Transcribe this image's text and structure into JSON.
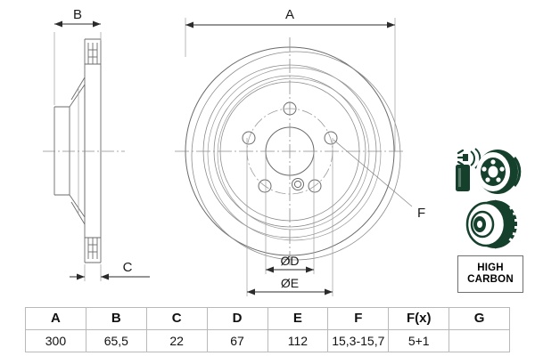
{
  "drawing": {
    "title": "Brake disc technical drawing",
    "labels": {
      "A": "A",
      "B": "B",
      "C": "C",
      "F": "F",
      "OD": "ØD",
      "OE": "ØE"
    }
  },
  "icons": {
    "spray_disc": "spray-can-and-brake-disc-icon",
    "vented_disc": "vented-brake-disc-icon"
  },
  "badge": {
    "line1": "HIGH",
    "line2": "CARBON",
    "color": "#000000"
  },
  "spec_table": {
    "headers": [
      "A",
      "B",
      "C",
      "D",
      "E",
      "F",
      "F(x)",
      "G"
    ],
    "values": [
      "300",
      "65,5",
      "22",
      "67",
      "112",
      "15,3-15,7",
      "5+1",
      ""
    ]
  },
  "colors": {
    "line": "#6b6b6b",
    "line_dark": "#3c3c3c",
    "icon_green": "#14402c",
    "table_border": "#b9b9b9",
    "background": "#ffffff"
  },
  "chart_data": {
    "type": "table",
    "title": "Brake disc dimensions",
    "categories": [
      "A",
      "B",
      "C",
      "D",
      "E",
      "F",
      "F(x)",
      "G"
    ],
    "values": [
      "300",
      "65,5",
      "22",
      "67",
      "112",
      "15,3-15,7",
      "5+1",
      ""
    ]
  }
}
